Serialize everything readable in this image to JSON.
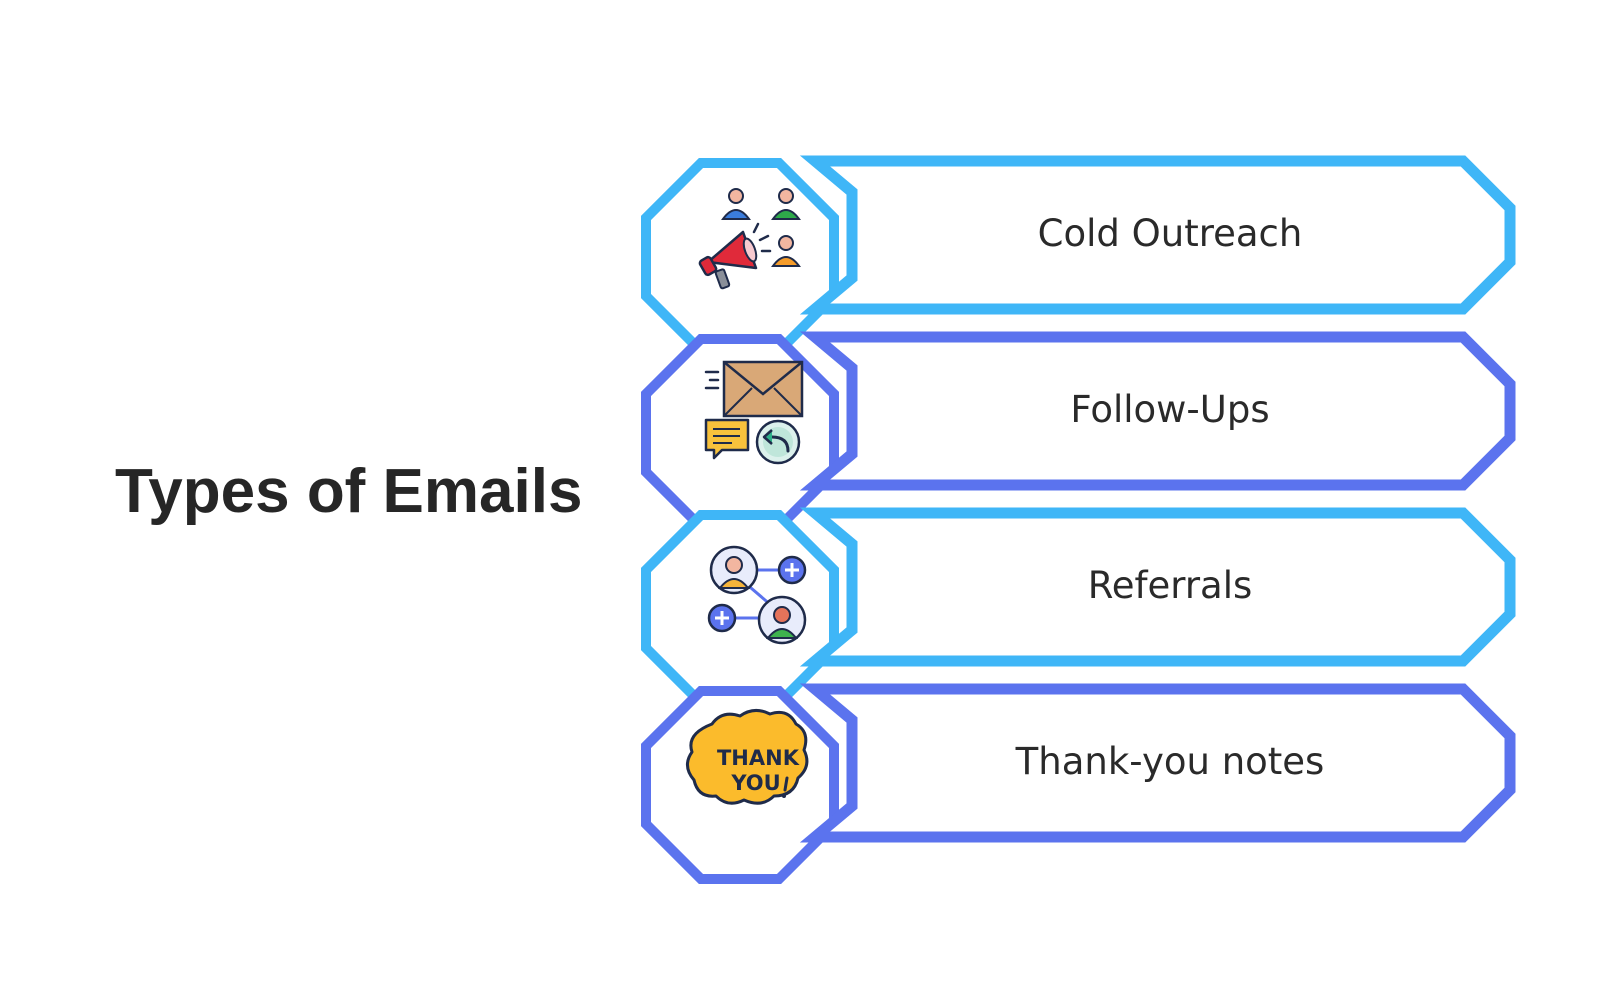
{
  "title": "Types of Emails",
  "colors": {
    "light_blue": "#3fb6f7",
    "indigo": "#5b73ee",
    "text": "#262626"
  },
  "items": [
    {
      "label": "Cold Outreach",
      "icon": "megaphone-people-icon",
      "color": "#3fb6f7"
    },
    {
      "label": "Follow-Ups",
      "icon": "envelope-reply-icon",
      "color": "#5b73ee"
    },
    {
      "label": "Referrals",
      "icon": "referral-network-icon",
      "color": "#3fb6f7"
    },
    {
      "label": "Thank-you notes",
      "icon": "thank-you-bubble-icon",
      "color": "#5b73ee",
      "icon_text": [
        "THANK",
        "YOU"
      ]
    }
  ]
}
